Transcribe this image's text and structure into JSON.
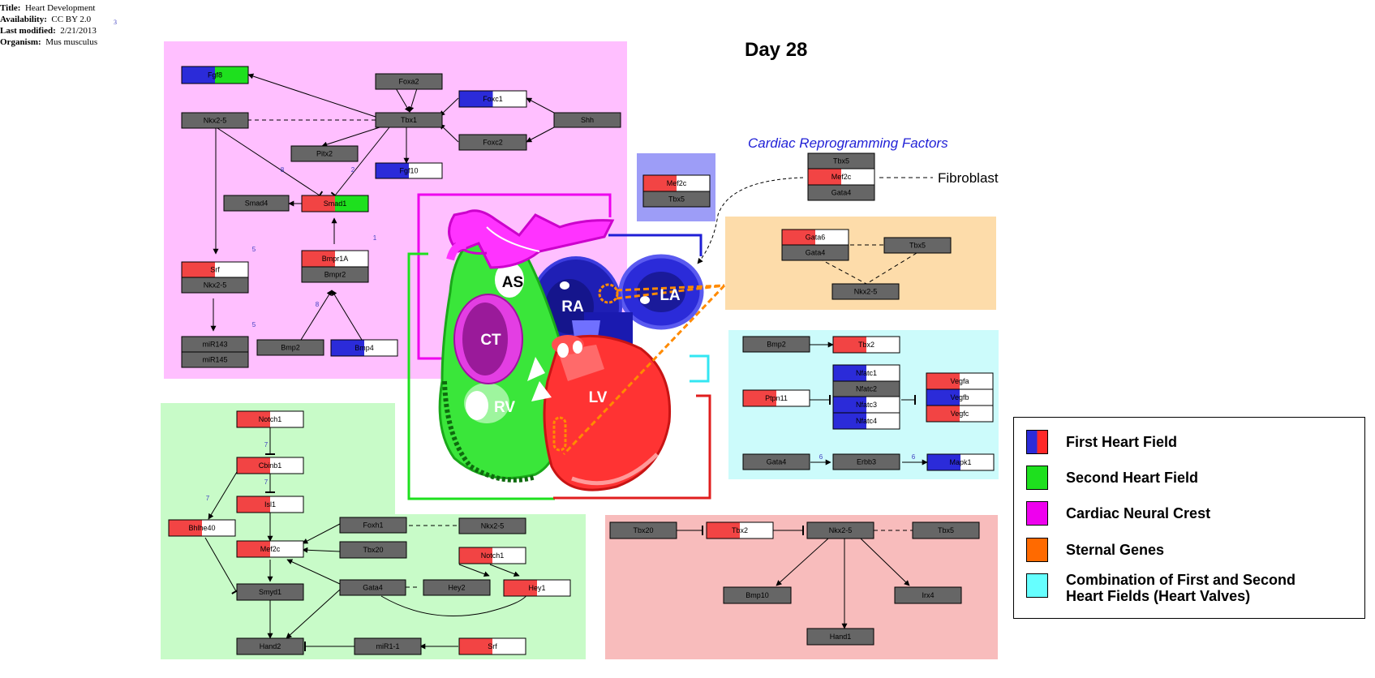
{
  "meta": {
    "title_label": "Title:",
    "title_value": "Heart Development",
    "availability_label": "Availability:",
    "availability_value": "CC BY 2.0",
    "availability_ref": "3",
    "modified_label": "Last modified:",
    "modified_value": "2/21/2013",
    "organism_label": "Organism:",
    "organism_value": "Mus musculus"
  },
  "day_title": "Day 28",
  "crf_title": "Cardiac Reprogramming Factors",
  "fibroblast_label": "Fibroblast",
  "colors": {
    "first_heart_field": "#2b2bd9",
    "second_heart_field": "#1ee01e",
    "cardiac_neural_crest": "#ee00ee",
    "sternal_genes": "#ff6a00",
    "combination": "#66ffff",
    "node_gray": "#666666",
    "node_red": "#f24444"
  },
  "legend": [
    {
      "label": "First Heart Field",
      "swatch": "blue-red"
    },
    {
      "label": "Second Heart Field",
      "swatch": "green"
    },
    {
      "label": "Cardiac Neural Crest",
      "swatch": "magenta"
    },
    {
      "label": "Sternal Genes",
      "swatch": "orange"
    },
    {
      "label": "Combination of First and Second",
      "label2": "Heart Fields (Heart Valves)",
      "swatch": "cyan"
    }
  ],
  "heart_labels": {
    "as": "AS",
    "ra": "RA",
    "la": "LA",
    "ct": "CT",
    "rv": "RV",
    "lv": "LV"
  },
  "genes": {
    "fgf8": "Fgf8",
    "foxa2": "Foxa2",
    "foxc1": "Foxc1",
    "shh": "Shh",
    "nkx25_a": "Nkx2-5",
    "tbx1": "Tbx1",
    "foxc2": "Foxc2",
    "pitx2": "Pitx2",
    "fgf10": "Fgf10",
    "smad4": "Smad4",
    "smad1": "Smad1",
    "srf_a": "Srf",
    "nkx25_b": "Nkx2-5",
    "bmpr1a": "Bmpr1A",
    "bmpr2": "Bmpr2",
    "mir143": "miR143",
    "mir145": "miR145",
    "bmp2_a": "Bmp2",
    "bmp4": "Bmp4",
    "mef2c_a": "Mef2c",
    "tbx5_a": "Tbx5",
    "tbx5_b": "Tbx5",
    "mef2c_b": "Mef2c",
    "gata4_a": "Gata4",
    "gata6": "Gata6",
    "gata4_b": "Gata4",
    "tbx5_c": "Tbx5",
    "nkx25_c": "Nkx2-5",
    "bmp2_b": "Bmp2",
    "tbx2_a": "Tbx2",
    "nfatc1": "Nfatc1",
    "nfatc2": "Nfatc2",
    "nfatc3": "Nfatc3",
    "nfatc4": "Nfatc4",
    "ptpn11": "Ptpn11",
    "vegfa": "Vegfa",
    "vegfb": "Vegfb",
    "vegfc": "Vegfc",
    "gata4_c": "Gata4",
    "erbb3": "Erbb3",
    "mapk1": "Mapk1",
    "notch1_a": "Notch1",
    "cbinb1": "Cbinb1",
    "isl1": "Isl1",
    "bhlhe40": "Bhlhe40",
    "foxh1": "Foxh1",
    "nkx25_d": "Nkx2-5",
    "mef2c_c": "Mef2c",
    "tbx20_a": "Tbx20",
    "notch1_b": "Notch1",
    "smyd1": "Smyd1",
    "gata4_d": "Gata4",
    "hey2": "Hey2",
    "hey1": "Hey1",
    "hand2": "Hand2",
    "mir11": "miR1-1",
    "srf_b": "Srf",
    "tbx20_b": "Tbx20",
    "tbx2_b": "Tbx2",
    "nkx25_e": "Nkx2-5",
    "tbx5_d": "Tbx5",
    "bmp10": "Bmp10",
    "irx4": "Irx4",
    "hand1": "Hand1"
  },
  "edge_labels": {
    "e1": "8",
    "e2": "2",
    "e3": "5",
    "e4": "1",
    "e5": "5",
    "e6": "8",
    "e7": "6",
    "e8": "6",
    "e9": "7",
    "e10": "7",
    "e11": "7"
  }
}
